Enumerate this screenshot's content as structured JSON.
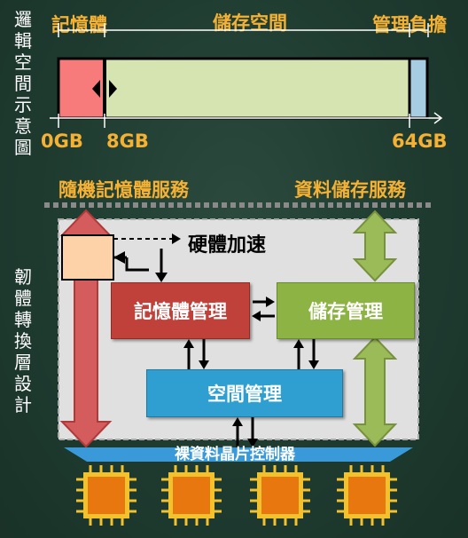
{
  "left_titles": {
    "top": [
      "邏",
      "輯",
      "空",
      "間",
      "示",
      "意",
      "圖"
    ],
    "bottom": [
      "韌",
      "體",
      "轉",
      "換",
      "層",
      "設",
      "計"
    ]
  },
  "address_bar": {
    "memory_label": "記憶體",
    "storage_label": "儲存空間",
    "management_label": "管理負擔",
    "tick_0": "0GB",
    "tick_8": "8GB",
    "tick_64": "64GB",
    "colors": {
      "memory": "#f77b7b",
      "storage": "#d6e4b1",
      "management": "#a6cde2"
    }
  },
  "services": {
    "ram_service": "隨機記憶體服務",
    "storage_service": "資料儲存服務"
  },
  "ftl": {
    "hw_accel": "硬體加速",
    "memory_mgmt": "記憶體管理",
    "storage_mgmt": "儲存管理",
    "space_mgmt": "空間管理",
    "controller": "裸資料晶片控制器"
  },
  "chips": [
    "chip-icon",
    "chip-icon",
    "chip-icon",
    "chip-icon"
  ]
}
